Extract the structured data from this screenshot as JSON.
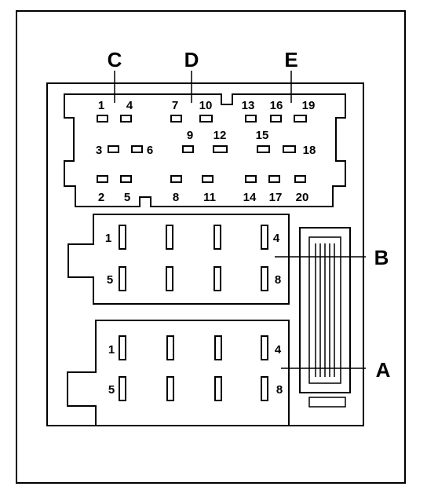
{
  "connector_top": {
    "groups": [
      {
        "label": "C"
      },
      {
        "label": "D"
      },
      {
        "label": "E"
      }
    ],
    "pins": [
      "1",
      "2",
      "3",
      "4",
      "5",
      "6",
      "7",
      "8",
      "9",
      "10",
      "11",
      "12",
      "13",
      "14",
      "15",
      "16",
      "17",
      "18",
      "19",
      "20"
    ]
  },
  "block_b": {
    "label": "B",
    "pins": [
      "1",
      "4",
      "5",
      "8"
    ]
  },
  "block_a": {
    "label": "A",
    "pins": [
      "1",
      "4",
      "5",
      "8"
    ]
  }
}
